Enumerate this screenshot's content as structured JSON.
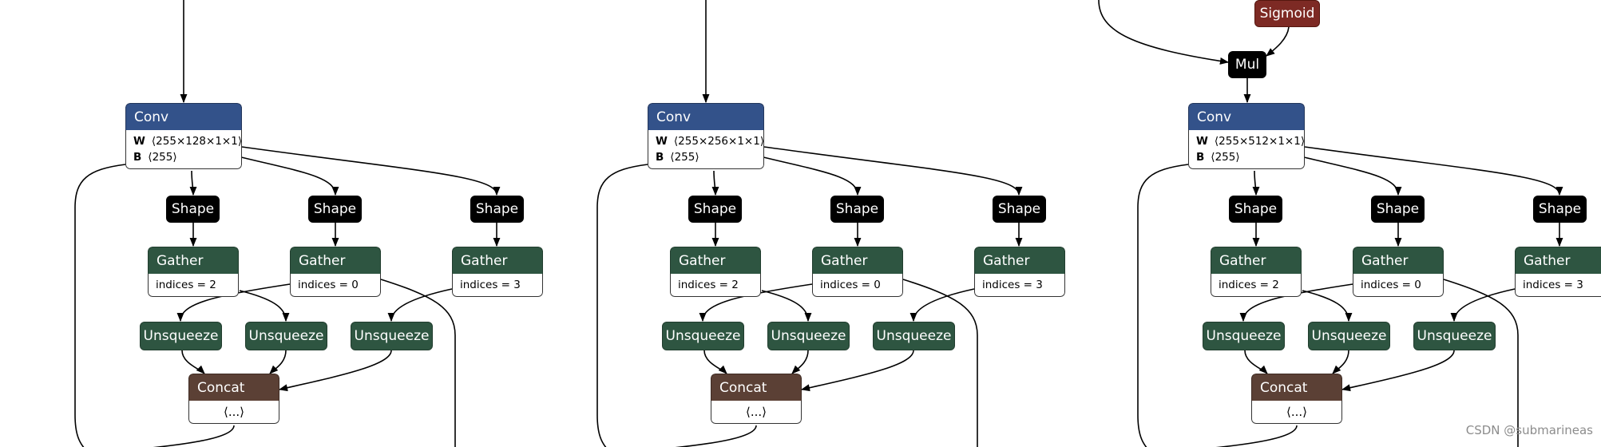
{
  "watermark": "CSDN @submarineas",
  "colors": {
    "conv": "#33528a",
    "gather": "#2e5541",
    "unsqueeze": "#2e5541",
    "concat": "#5b4035",
    "shape": "#000000",
    "mul": "#000000",
    "sigmoid": "#7d2a24",
    "edge": "#000000"
  },
  "groups": [
    {
      "conv": {
        "label": "Conv",
        "w_key": "W",
        "w_val": "⟨255×128×1×1⟩",
        "b_key": "B",
        "b_val": "⟨255⟩"
      },
      "shapes": [
        "Shape",
        "Shape",
        "Shape"
      ],
      "gathers": [
        {
          "label": "Gather",
          "attr": "indices = 2"
        },
        {
          "label": "Gather",
          "attr": "indices = 0"
        },
        {
          "label": "Gather",
          "attr": "indices = 3"
        }
      ],
      "unsqueezes": [
        "Unsqueeze",
        "Unsqueeze",
        "Unsqueeze"
      ],
      "concat": {
        "label": "Concat",
        "attr": "⟨...⟩"
      }
    },
    {
      "conv": {
        "label": "Conv",
        "w_key": "W",
        "w_val": "⟨255×256×1×1⟩",
        "b_key": "B",
        "b_val": "⟨255⟩"
      },
      "shapes": [
        "Shape",
        "Shape",
        "Shape"
      ],
      "gathers": [
        {
          "label": "Gather",
          "attr": "indices = 2"
        },
        {
          "label": "Gather",
          "attr": "indices = 0"
        },
        {
          "label": "Gather",
          "attr": "indices = 3"
        }
      ],
      "unsqueezes": [
        "Unsqueeze",
        "Unsqueeze",
        "Unsqueeze"
      ],
      "concat": {
        "label": "Concat",
        "attr": "⟨...⟩"
      }
    },
    {
      "sigmoid": "Sigmoid",
      "mul": "Mul",
      "conv": {
        "label": "Conv",
        "w_key": "W",
        "w_val": "⟨255×512×1×1⟩",
        "b_key": "B",
        "b_val": "⟨255⟩"
      },
      "shapes": [
        "Shape",
        "Shape",
        "Shape"
      ],
      "gathers": [
        {
          "label": "Gather",
          "attr": "indices = 2"
        },
        {
          "label": "Gather",
          "attr": "indices = 0"
        },
        {
          "label": "Gather",
          "attr": "indices = 3"
        }
      ],
      "unsqueezes": [
        "Unsqueeze",
        "Unsqueeze",
        "Unsqueeze"
      ],
      "concat": {
        "label": "Concat",
        "attr": "⟨...⟩"
      }
    }
  ]
}
